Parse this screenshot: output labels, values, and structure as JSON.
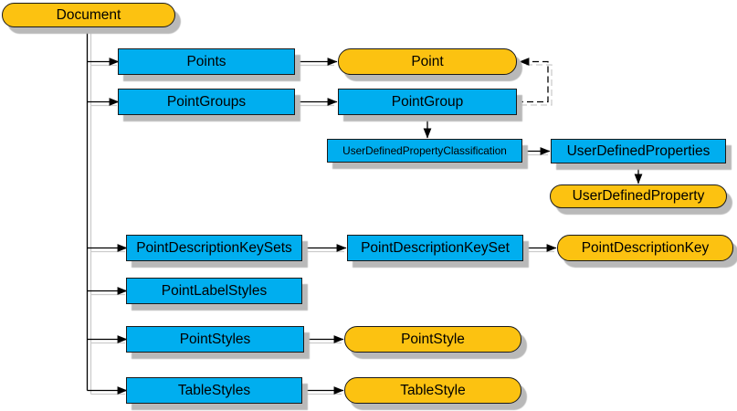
{
  "diagram": {
    "colors": {
      "collection_fill": "#00AEEF",
      "object_fill": "#FCC211",
      "node_border": "#1a1a1a",
      "node_shadow": "#b9b9b9",
      "connector": "#000000",
      "connector_shadow": "#cccccc"
    },
    "nodes": {
      "document": {
        "label": "Document",
        "kind": "object"
      },
      "points": {
        "label": "Points",
        "kind": "collection"
      },
      "point": {
        "label": "Point",
        "kind": "object"
      },
      "point_groups": {
        "label": "PointGroups",
        "kind": "collection"
      },
      "point_group": {
        "label": "PointGroup",
        "kind": "collection"
      },
      "udp_classification": {
        "label": "UserDefinedPropertyClassification",
        "kind": "collection"
      },
      "udp_properties": {
        "label": "UserDefinedProperties",
        "kind": "collection"
      },
      "udp_property": {
        "label": "UserDefinedProperty",
        "kind": "object"
      },
      "pdk_sets": {
        "label": "PointDescriptionKeySets",
        "kind": "collection"
      },
      "pdk_set": {
        "label": "PointDescriptionKeySet",
        "kind": "collection"
      },
      "pdk_key": {
        "label": "PointDescriptionKey",
        "kind": "object"
      },
      "point_label_styles": {
        "label": "PointLabelStyles",
        "kind": "collection"
      },
      "point_styles": {
        "label": "PointStyles",
        "kind": "collection"
      },
      "point_style": {
        "label": "PointStyle",
        "kind": "object"
      },
      "table_styles": {
        "label": "TableStyles",
        "kind": "collection"
      },
      "table_style": {
        "label": "TableStyle",
        "kind": "object"
      }
    },
    "edges": [
      {
        "from": "document",
        "to": "points",
        "style": "solid"
      },
      {
        "from": "document",
        "to": "point_groups",
        "style": "solid"
      },
      {
        "from": "document",
        "to": "pdk_sets",
        "style": "solid"
      },
      {
        "from": "document",
        "to": "point_label_styles",
        "style": "solid"
      },
      {
        "from": "document",
        "to": "point_styles",
        "style": "solid"
      },
      {
        "from": "document",
        "to": "table_styles",
        "style": "solid"
      },
      {
        "from": "points",
        "to": "point",
        "style": "solid"
      },
      {
        "from": "point_groups",
        "to": "point_group",
        "style": "solid"
      },
      {
        "from": "point_group",
        "to": "point",
        "style": "dashed"
      },
      {
        "from": "point_group",
        "to": "udp_classification",
        "style": "solid"
      },
      {
        "from": "udp_classification",
        "to": "udp_properties",
        "style": "solid"
      },
      {
        "from": "udp_properties",
        "to": "udp_property",
        "style": "solid"
      },
      {
        "from": "pdk_sets",
        "to": "pdk_set",
        "style": "solid"
      },
      {
        "from": "pdk_set",
        "to": "pdk_key",
        "style": "solid"
      },
      {
        "from": "point_styles",
        "to": "point_style",
        "style": "solid"
      },
      {
        "from": "table_styles",
        "to": "table_style",
        "style": "solid"
      }
    ]
  }
}
